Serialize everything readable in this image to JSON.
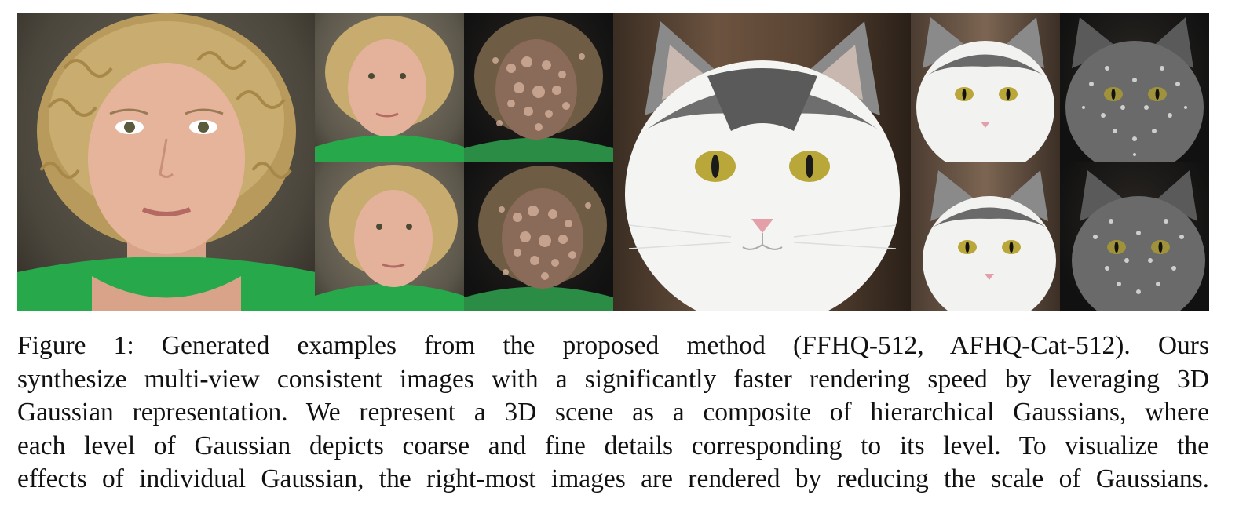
{
  "figure": {
    "panels": [
      {
        "name": "face-large",
        "icon": "woman-portrait-image"
      },
      {
        "name": "face-view-top",
        "icon": "woman-portrait-image"
      },
      {
        "name": "face-view-bottom",
        "icon": "woman-portrait-image"
      },
      {
        "name": "face-gaussian-top",
        "icon": "woman-gaussian-splat-image"
      },
      {
        "name": "face-gaussian-bottom",
        "icon": "woman-gaussian-splat-image"
      },
      {
        "name": "cat-large",
        "icon": "cat-portrait-image"
      },
      {
        "name": "cat-view-top",
        "icon": "cat-portrait-image"
      },
      {
        "name": "cat-view-bottom",
        "icon": "cat-portrait-image"
      },
      {
        "name": "cat-gaussian-top",
        "icon": "cat-gaussian-splat-image"
      },
      {
        "name": "cat-gaussian-bottom",
        "icon": "cat-gaussian-splat-image"
      }
    ]
  },
  "caption": {
    "lines": [
      "Figure 1: Generated examples from the proposed method (FFHQ-512, AFHQ-Cat-512). Ours",
      "synthesize multi-view consistent images with a significantly faster rendering speed by leveraging 3D",
      "Gaussian representation. We represent a 3D scene as a composite of hierarchical Gaussians, where",
      "each level of Gaussian depicts coarse and fine details corresponding to its level. To visualize the",
      "effects of individual Gaussian, the right-most images are rendered by reducing the scale of Gaussians."
    ]
  }
}
